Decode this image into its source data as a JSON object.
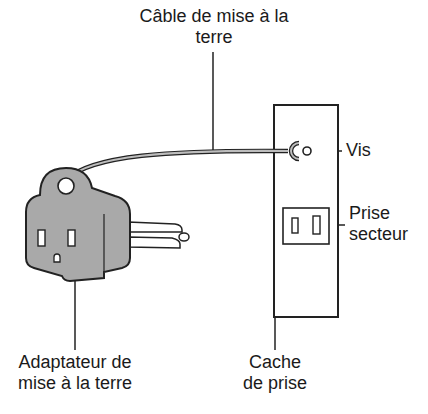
{
  "diagram": {
    "labels": [
      "Câble de mise à la terre",
      "Vis",
      "Prise secteur",
      "Adaptateur de mise à la terre",
      "Cache de prise"
    ]
  }
}
